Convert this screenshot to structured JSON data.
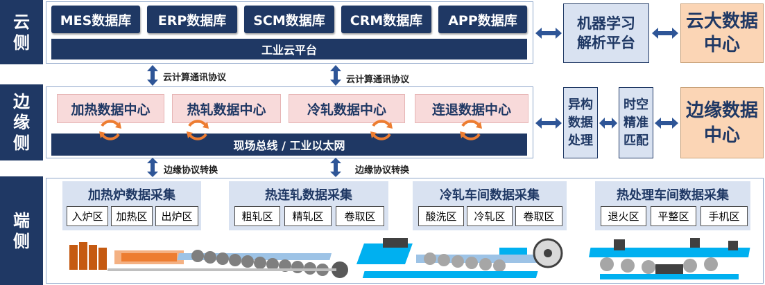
{
  "tiers": {
    "cloud": "云侧",
    "edge": "边缘侧",
    "end": "端侧"
  },
  "cloud": {
    "databases": [
      "MES数据库",
      "ERP数据库",
      "SCM数据库",
      "CRM数据库",
      "APP数据库"
    ],
    "platform": "工业云平台",
    "ml_platform": "机器学习解析平台",
    "big_data_center": "云大数据中心"
  },
  "links": {
    "cloud_protocol": "云计算通讯协议",
    "edge_protocol": "边缘协议转换"
  },
  "edge": {
    "centers": [
      "加热数据中心",
      "热轧数据中心",
      "冷轧数据中心",
      "连退数据中心"
    ],
    "bus": "现场总线 / 工业以太网",
    "heterogeneous": "异构数据处理",
    "spatiotemporal": "时空精准匹配",
    "edge_data_center": "边缘数据中心"
  },
  "end": {
    "groups": [
      {
        "title": "加热炉数据采集",
        "zones": [
          "入炉区",
          "加热区",
          "出炉区"
        ]
      },
      {
        "title": "热连轧数据采集",
        "zones": [
          "粗轧区",
          "精轧区",
          "卷取区"
        ]
      },
      {
        "title": "冷轧车间数据采集",
        "zones": [
          "酸洗区",
          "冷轧区",
          "卷取区"
        ]
      },
      {
        "title": "热处理车间数据采集",
        "zones": [
          "退火区",
          "平整区",
          "手机区"
        ]
      }
    ]
  },
  "colors": {
    "navy": "#1f3864",
    "pink": "#f8dada",
    "light_blue": "#d9e2f1",
    "orange": "#fbd5b5",
    "arrow": "#2e5597",
    "cycle": "#ed7d31"
  }
}
